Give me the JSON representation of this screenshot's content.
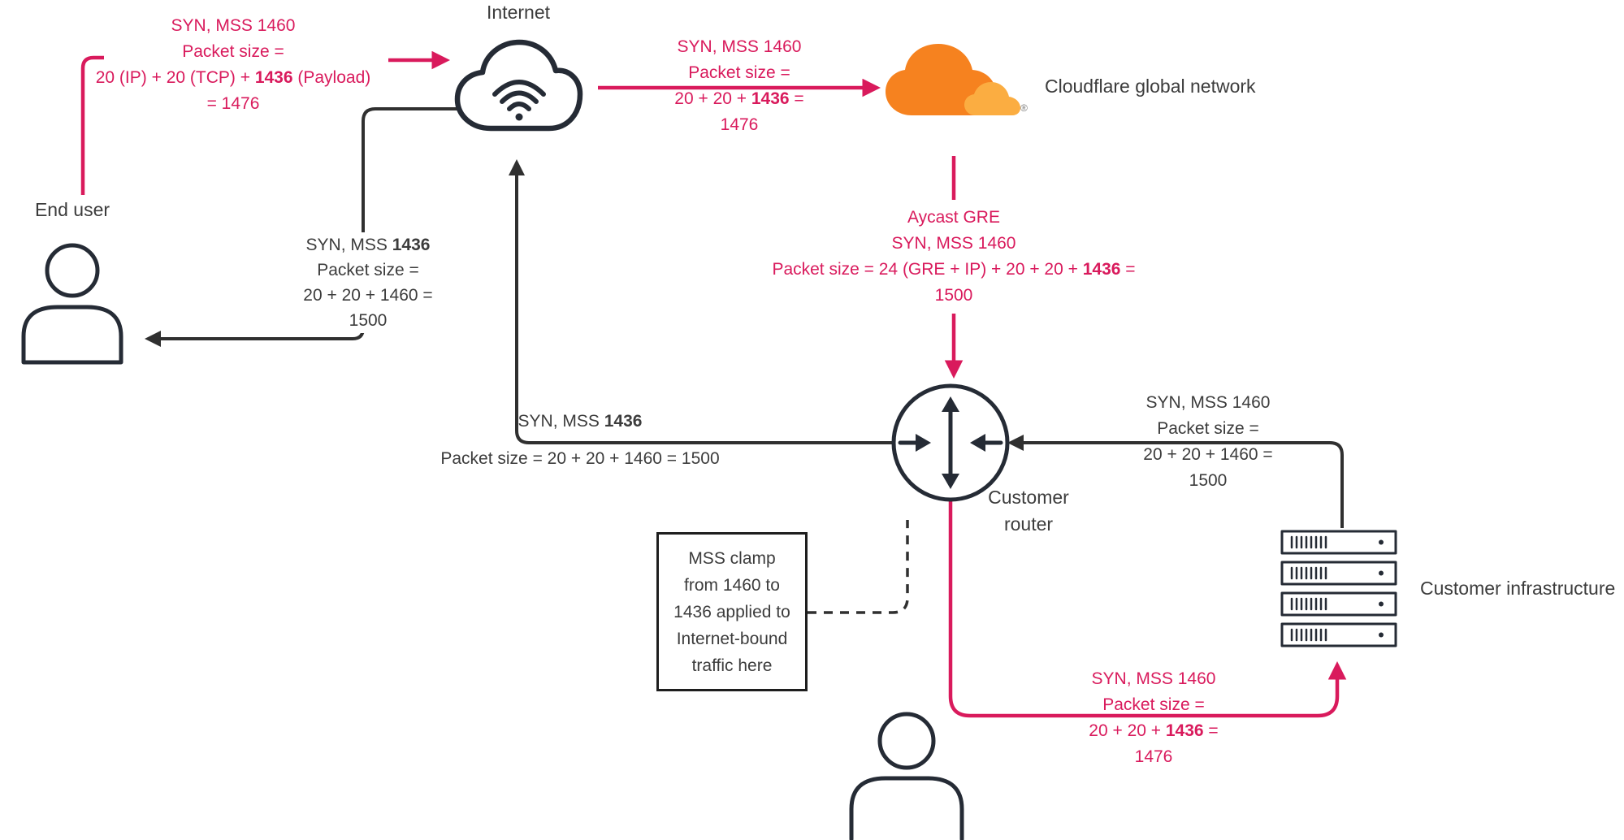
{
  "colors": {
    "pink": "#D91A5C",
    "line_dark": "#303030",
    "icon_dark": "#252B35",
    "text_dark": "#3C3C3C",
    "cloudflare_orange": "#F6821F",
    "cloudflare_light_orange": "#FBAD41"
  },
  "labels": {
    "internet": "Internet",
    "end_user": "End user",
    "cloudflare_network": "Cloudflare global network",
    "registered_mark": "®",
    "customer_router_line1": "Customer",
    "customer_router_line2": "router",
    "customer_infrastructure": "Customer infrastructure"
  },
  "annotations": {
    "user_to_internet": {
      "line1": "SYN, MSS 1460",
      "line2": "Packet size =",
      "line3_prefix": "20 (IP) + 20 (TCP) + ",
      "line3_bold": "1436",
      "line3_suffix": " (Payload)",
      "line4": "= 1476"
    },
    "internet_to_cloudflare": {
      "line1": "SYN, MSS 1460",
      "line2": "Packet size =",
      "line3_prefix": "20 + 20 + ",
      "line3_bold": "1436",
      "line3_suffix": " =",
      "line4": "1476"
    },
    "cloudflare_to_router": {
      "line1": "Aycast GRE",
      "line2": "SYN, MSS 1460",
      "line3_prefix": "Packet size = 24 (GRE + IP) + 20 + 20 + ",
      "line3_bold": "1436",
      "line3_suffix": " =",
      "line4": "1500"
    },
    "internet_to_user": {
      "line1_prefix": "SYN, MSS ",
      "line1_bold": "1436",
      "line2": "Packet size =",
      "line3": "20 + 20 + 1460 =",
      "line4": "1500"
    },
    "router_to_internet": {
      "line1_prefix": "SYN, MSS ",
      "line1_bold": "1436",
      "line2": "Packet size = 20 + 20 + 1460 = 1500"
    },
    "infrastructure_to_router": {
      "line1": "SYN, MSS 1460",
      "line2": "Packet size =",
      "line3": "20 + 20 + 1460 =",
      "line4": "1500"
    },
    "router_to_infrastructure": {
      "line1": "SYN, MSS 1460",
      "line2": "Packet size =",
      "line3_prefix": "20 + 20 + ",
      "line3_bold": "1436",
      "line3_suffix": " =",
      "line4": "1476"
    }
  },
  "clamp_note": {
    "lines": [
      "MSS clamp",
      "from 1460 to",
      "1436 applied to",
      "Internet-bound",
      "traffic here"
    ]
  }
}
